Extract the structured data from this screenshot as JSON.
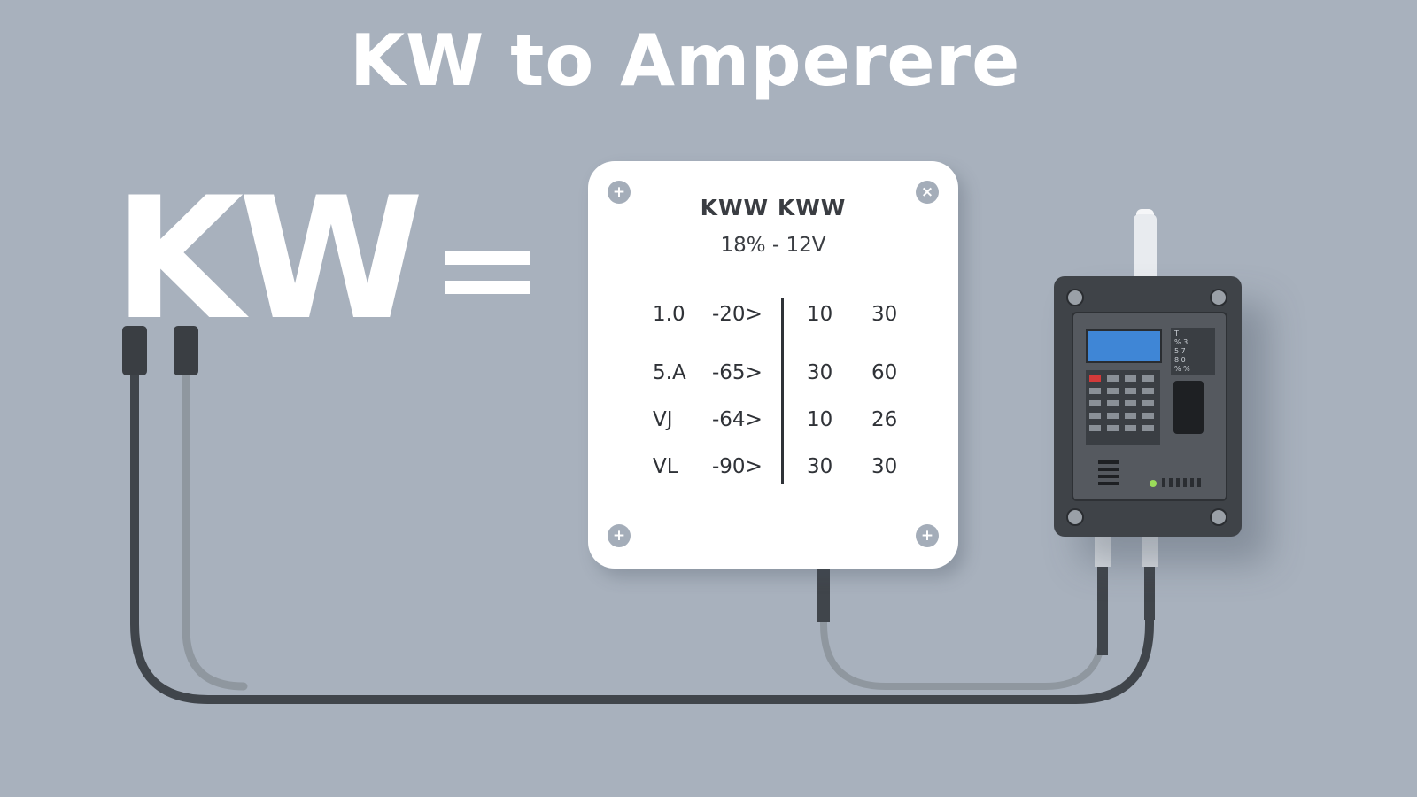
{
  "title": "KW to Amperere",
  "big_label": "KW",
  "panel": {
    "title": "KWW KWW",
    "subtitle": "18% - 12V",
    "screws": [
      "+",
      "×",
      "+",
      "+"
    ],
    "rows": [
      [
        "1.0",
        "-20>",
        "10",
        "30"
      ],
      [
        "5.A",
        "-65>",
        "30",
        "60"
      ],
      [
        "VJ",
        "-64>",
        "10",
        "26"
      ],
      [
        "VL",
        "-90>",
        "30",
        "30"
      ]
    ]
  },
  "device": {
    "side_labels": [
      "T",
      "% 3",
      "5 7",
      "8 0",
      "% %"
    ]
  },
  "colors": {
    "background": "#a8b1bd",
    "panel": "#ffffff",
    "device": "#3f4348",
    "lcd": "#3f86d6",
    "cable_dark": "#40454b",
    "cable_light": "#8f979f"
  }
}
